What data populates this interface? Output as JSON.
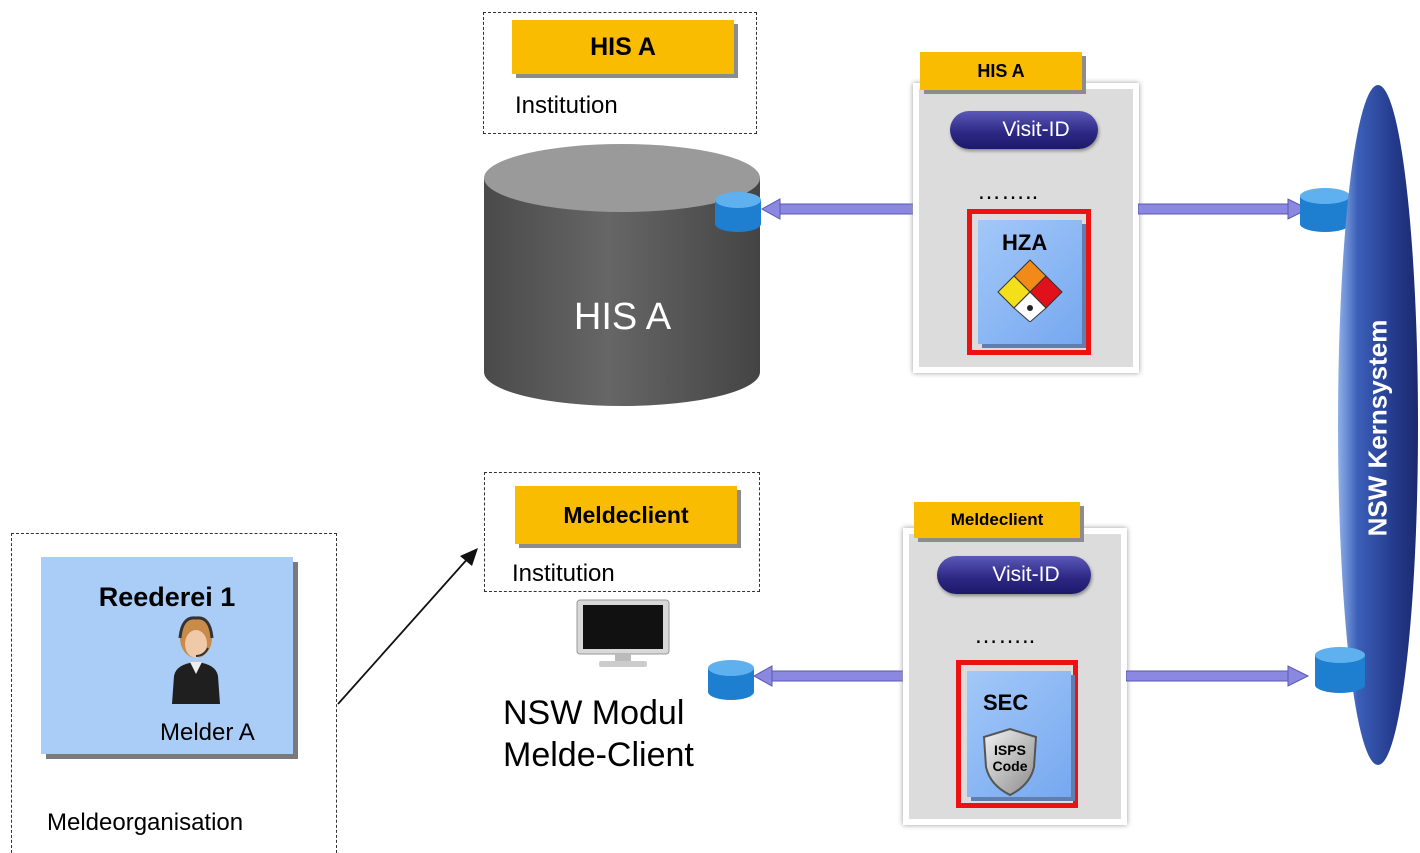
{
  "top": {
    "institution_tag": "HIS A",
    "institution_label": "Institution",
    "database_label": "HIS A",
    "panel_tag": "HIS A",
    "visit_id": "Visit-ID",
    "ellipsis": "……..",
    "doc_label": "HZA"
  },
  "bottom": {
    "institution_tag": "Meldeclient",
    "institution_label": "Institution",
    "module_label_line1": "NSW Modul",
    "module_label_line2": "Melde-Client",
    "panel_tag": "Meldeclient",
    "visit_id": "Visit-ID",
    "ellipsis": "……..",
    "doc_label": "SEC",
    "badge_line1": "ISPS",
    "badge_line2": "Code"
  },
  "org": {
    "company": "Reederei 1",
    "person": "Melder A",
    "org_label": "Meldeorganisation"
  },
  "core": {
    "label": "NSW Kernsystem"
  },
  "colors": {
    "tag_yellow": "#f9bc00",
    "doc_border": "#ee1111",
    "core_blue": "#2a3c8c",
    "db_grey": "#5b5b5b"
  }
}
